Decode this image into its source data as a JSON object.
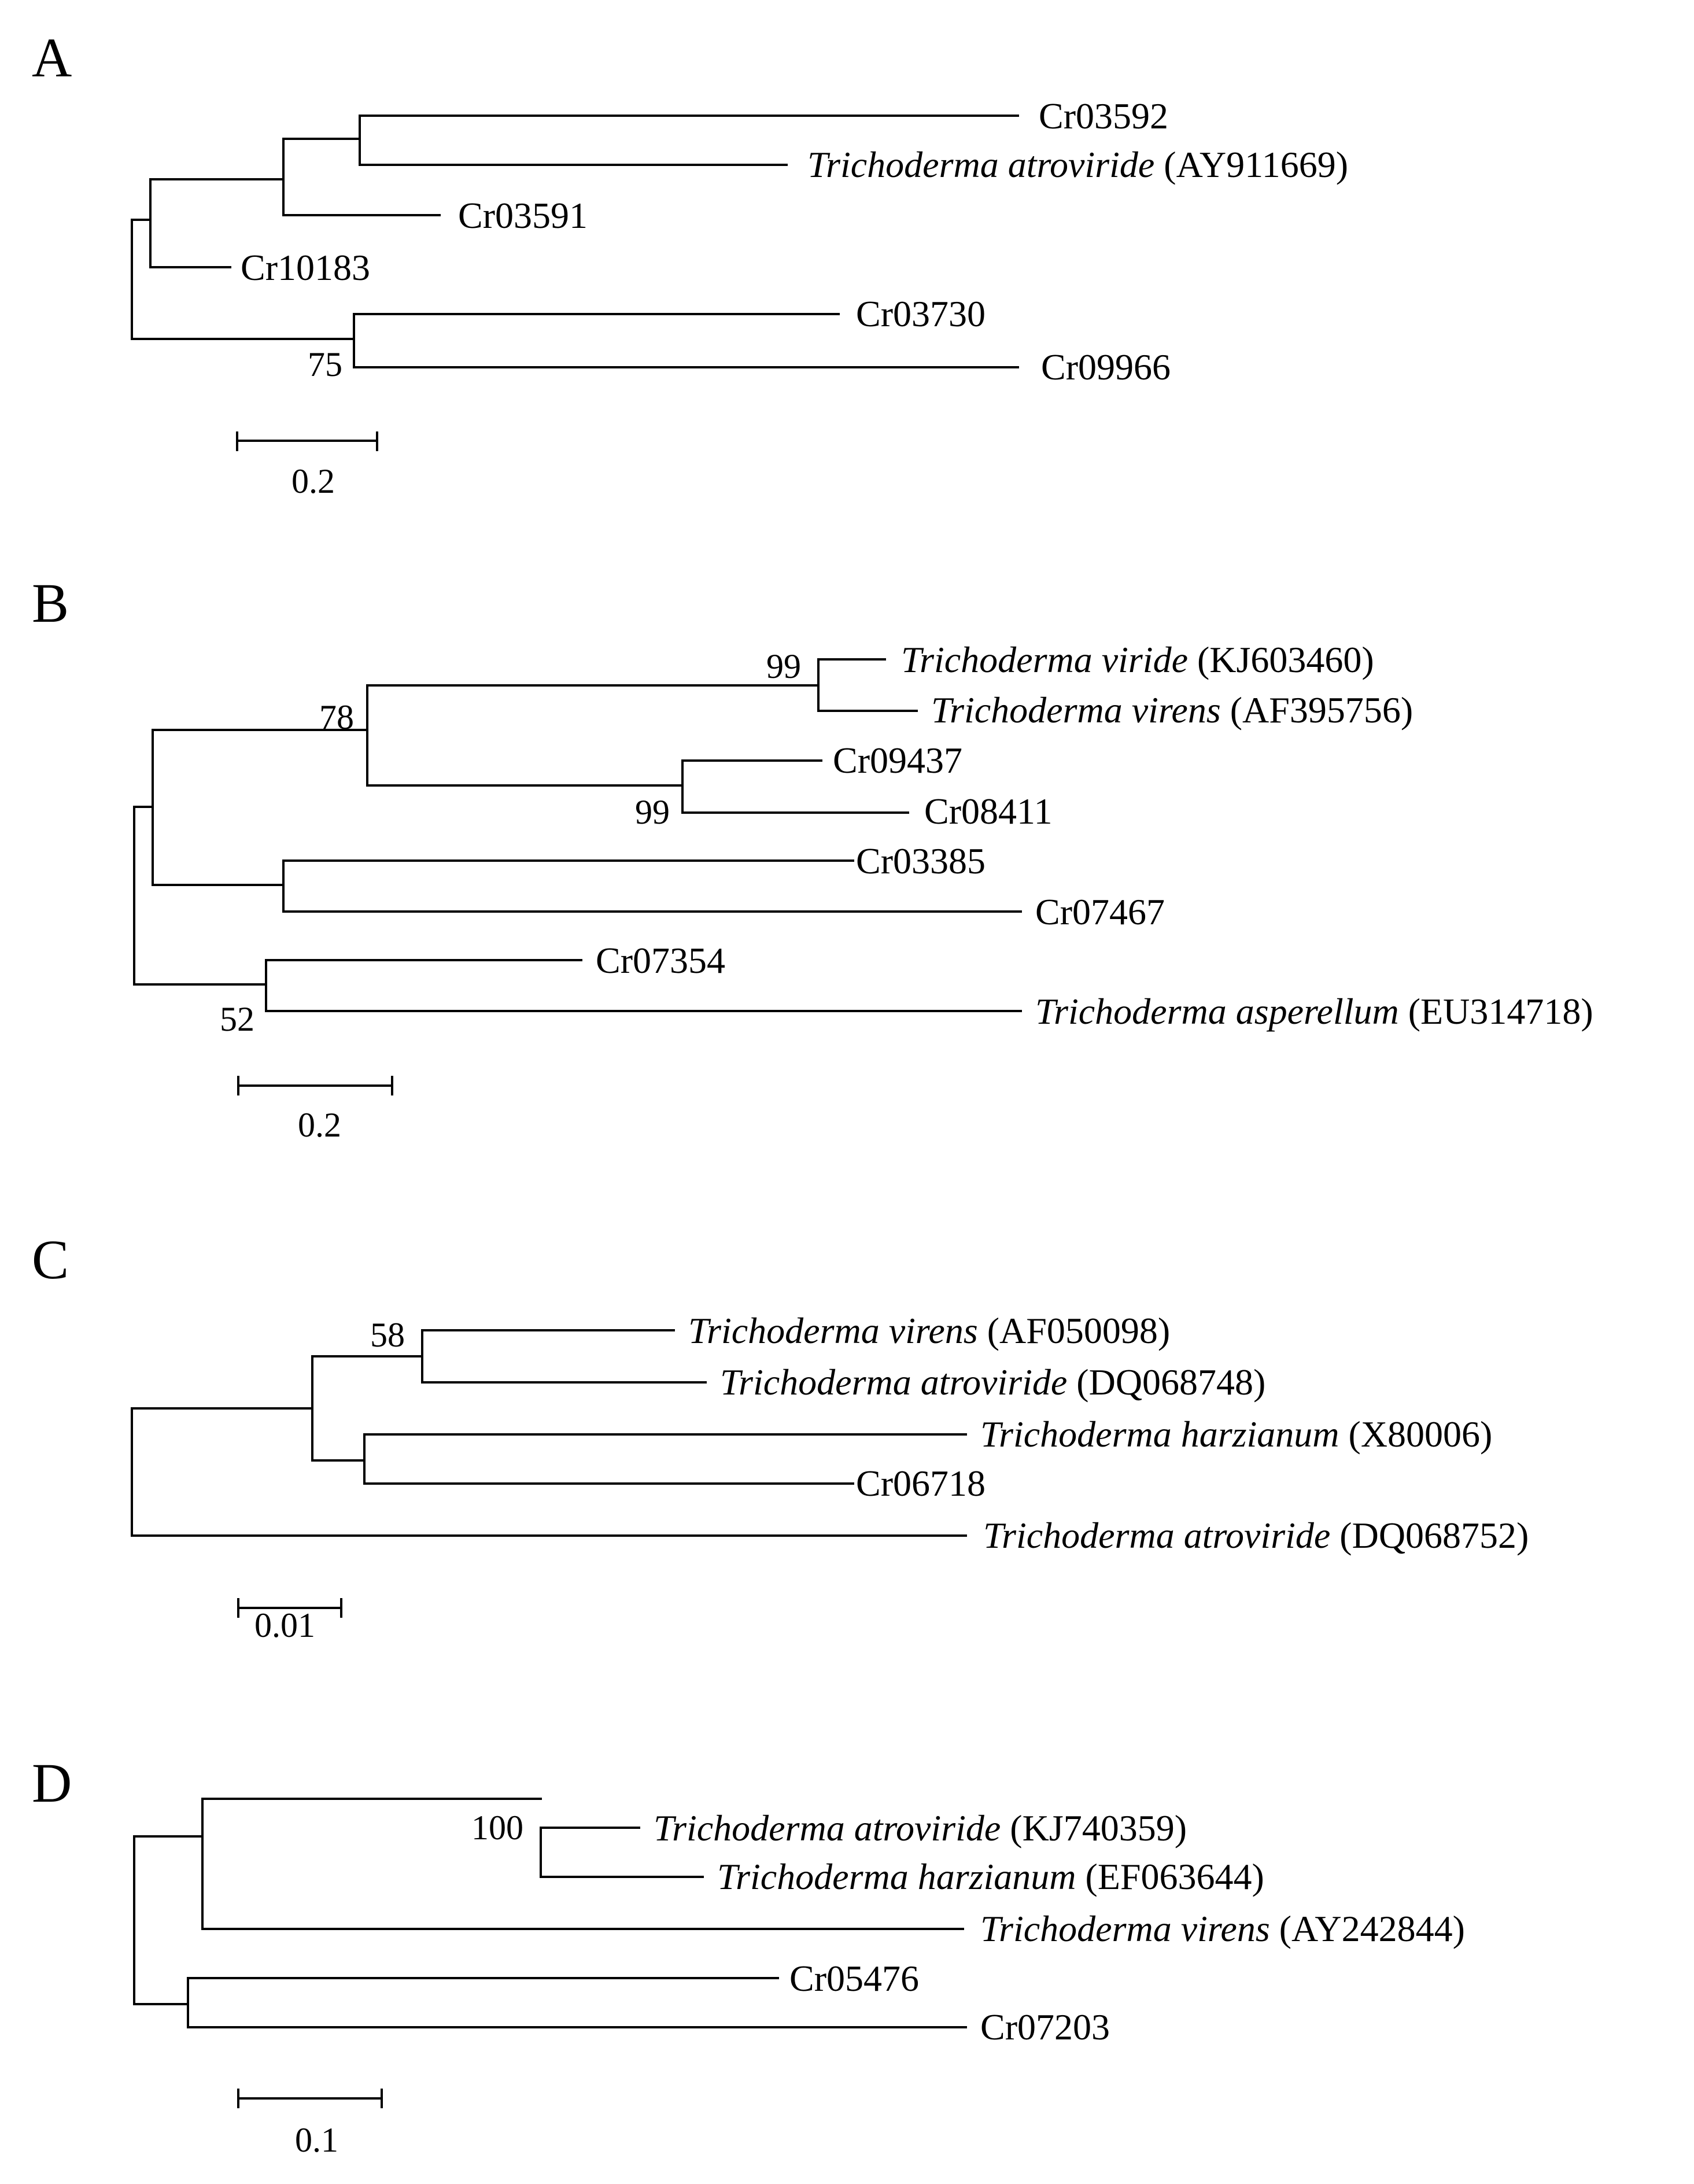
{
  "panels": {
    "A": {
      "letter": "A",
      "leaves": {
        "cr03592": "Cr03592",
        "atro_ay": {
          "species": "Trichoderma atroviride",
          "acc": " (AY911669)"
        },
        "cr03591": "Cr03591",
        "cr10183": "Cr10183",
        "cr03730": "Cr03730",
        "cr09966": "Cr09966"
      },
      "supports": {
        "s75": "75"
      },
      "scale": "0.2"
    },
    "B": {
      "letter": "B",
      "leaves": {
        "viride_kj": {
          "species": "Trichoderma viride",
          "acc": " (KJ603460)"
        },
        "virens_af": {
          "species": "Trichoderma virens",
          "acc": " (AF395756)"
        },
        "cr09437": "Cr09437",
        "cr08411": "Cr08411",
        "cr03385": "Cr03385",
        "cr07467": "Cr07467",
        "cr07354": "Cr07354",
        "asper_eu": {
          "species": "Trichoderma asperellum",
          "acc": " (EU314718)"
        }
      },
      "supports": {
        "s99a": "99",
        "s78": "78",
        "s99b": "99",
        "s52": "52"
      },
      "scale": "0.2"
    },
    "C": {
      "letter": "C",
      "leaves": {
        "virens_af": {
          "species": "Trichoderma virens",
          "acc": " (AF050098)"
        },
        "atro_dq748": {
          "species": "Trichoderma atroviride",
          "acc": " (DQ068748)"
        },
        "harz_x": {
          "species": "Trichoderma harzianum",
          "acc": " (X80006)"
        },
        "cr06718": "Cr06718",
        "atro_dq752": {
          "species": "Trichoderma atroviride",
          "acc": " (DQ068752)"
        }
      },
      "supports": {
        "s58": "58"
      },
      "scale": "0.01"
    },
    "D": {
      "letter": "D",
      "leaves": {
        "atro_kj": {
          "species": "Trichoderma atroviride",
          "acc": " (KJ740359)"
        },
        "harz_ef": {
          "species": "Trichoderma harzianum",
          "acc": " (EF063644)"
        },
        "virens_ay": {
          "species": "Trichoderma virens",
          "acc": " (AY242844)"
        },
        "cr05476": "Cr05476",
        "cr07203": "Cr07203"
      },
      "supports": {
        "s100": "100"
      },
      "scale": "0.1"
    }
  }
}
